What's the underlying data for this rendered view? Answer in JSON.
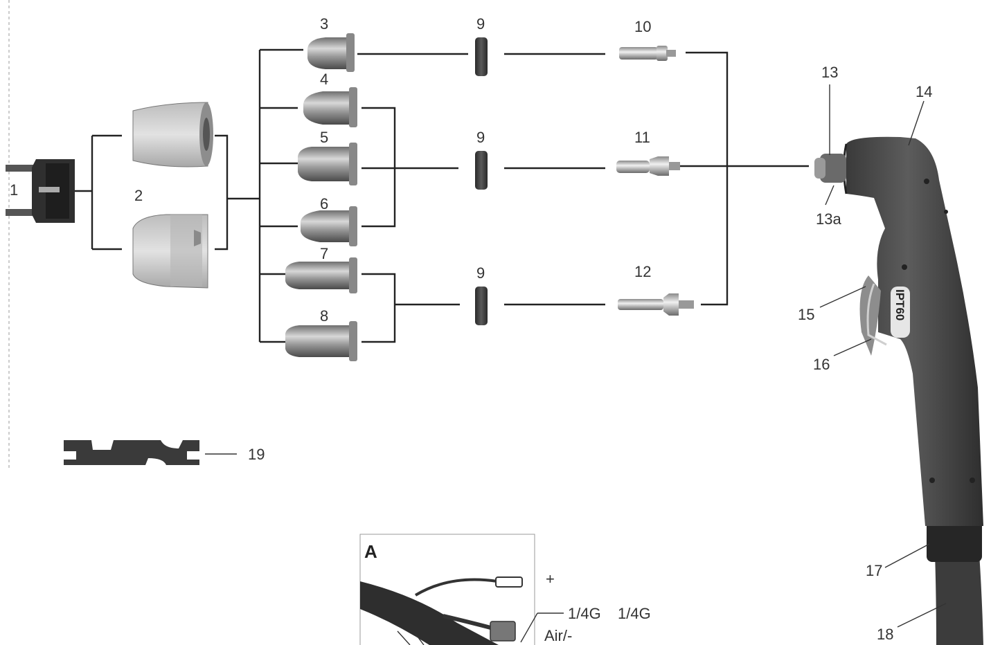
{
  "parts": {
    "p1": "1",
    "p2": "2",
    "p3": "3",
    "p4": "4",
    "p5": "5",
    "p6": "6",
    "p7": "7",
    "p8": "8",
    "p9a": "9",
    "p9b": "9",
    "p9c": "9",
    "p10": "10",
    "p11": "11",
    "p12": "12",
    "p13": "13",
    "p13a": "13a",
    "p14": "14",
    "p15": "15",
    "p16": "16",
    "p17": "17",
    "p18": "18",
    "p19": "19"
  },
  "torch_model": "IPT60",
  "inset": {
    "letter": "A",
    "plus": "+",
    "thread_1": "1/4G",
    "thread_2": "1/4G",
    "air": "Air/-"
  }
}
